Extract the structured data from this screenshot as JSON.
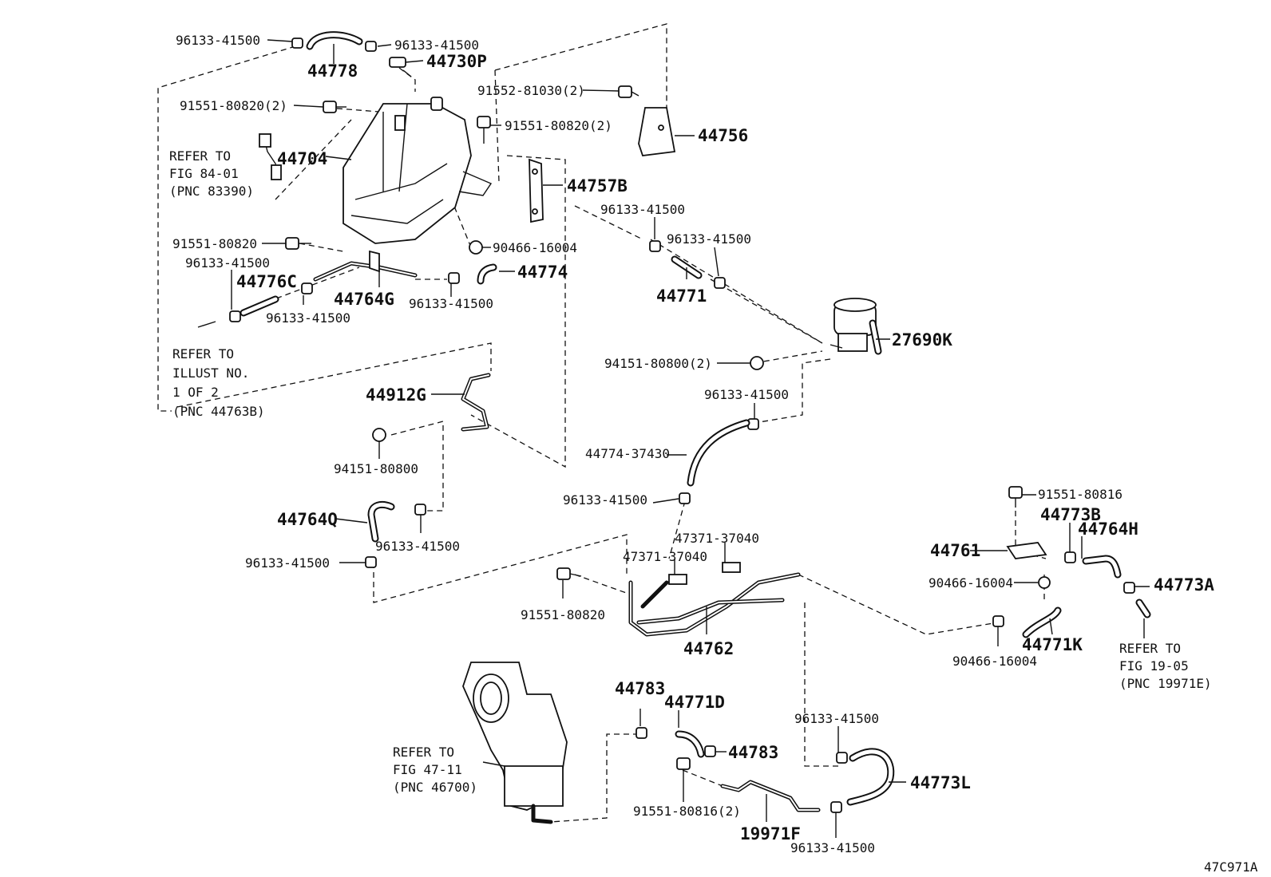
{
  "labels": {
    "l01": "96133-41500",
    "l02": "44778",
    "l03": "96133-41500",
    "l04": "44730P",
    "l05": "91551-80820(2)",
    "l06": "91552-81030(2)",
    "l07": "91551-80820(2)",
    "l08": "44756",
    "l09": "44704",
    "l10": "44757B",
    "l11": "96133-41500",
    "l12": "91551-80820",
    "l13": "90466-16004",
    "l14": "96133-41500",
    "l15": "96133-41500",
    "l16": "44774",
    "l17": "44776C",
    "l18": "44764G",
    "l19": "96133-41500",
    "l20": "44771",
    "l21": "96133-41500",
    "l22": "27690K",
    "l23": "94151-80800(2)",
    "l24": "44912G",
    "l25": "96133-41500",
    "l26": "94151-80800",
    "l27": "44774-37430",
    "l28": "96133-41500",
    "l29": "44764Q",
    "l30": "96133-41500",
    "l31": "91551-80816",
    "l32": "44773B",
    "l33": "47371-37040",
    "l34": "44764H",
    "l35": "96133-41500",
    "l36": "47371-37040",
    "l37": "44761",
    "l38": "90466-16004",
    "l39": "44773A",
    "l40": "91551-80820",
    "l41": "44762",
    "l42": "44771K",
    "l43": "90466-16004",
    "l44": "44783",
    "l45": "44771D",
    "l46": "96133-41500",
    "l47": "44783",
    "l48": "44773L",
    "l49": "91551-80816(2)",
    "l50": "19971F",
    "l51": "96133-41500",
    "l52": "47C971A"
  },
  "refs": {
    "r1": [
      "REFER TO",
      "FIG 84-01",
      "(PNC 83390)"
    ],
    "r2": [
      "REFER TO",
      "ILLUST NO.",
      "1 OF 2",
      "(PNC 44763B)"
    ],
    "r3": [
      "REFER TO",
      "FIG 19-05",
      "(PNC 19971E)"
    ],
    "r4": [
      "REFER TO",
      "FIG 47-11",
      "(PNC 46700)"
    ]
  }
}
